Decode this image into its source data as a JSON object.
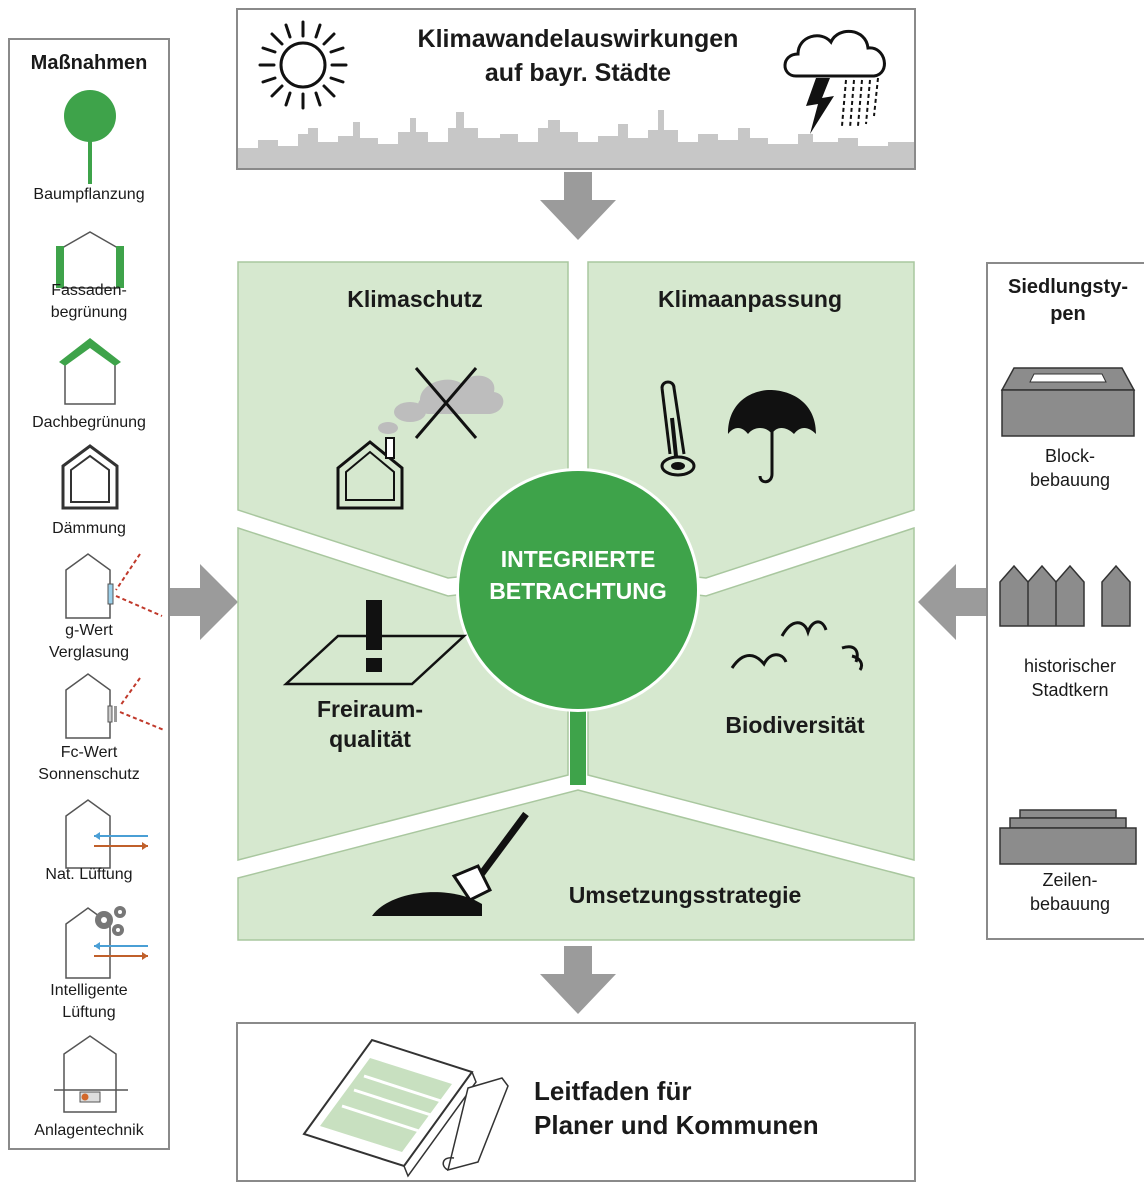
{
  "top": {
    "title_line1": "Klimawandelauswirkungen",
    "title_line2": "auf bayr. Städte"
  },
  "left_panel": {
    "title": "Maßnahmen",
    "items": [
      {
        "line1": "Baumpflanzung",
        "line2": ""
      },
      {
        "line1": "Fassaden-",
        "line2": "begrünung"
      },
      {
        "line1": "Dachbegrünung",
        "line2": ""
      },
      {
        "line1": "Dämmung",
        "line2": ""
      },
      {
        "line1": "g-Wert",
        "line2": "Verglasung"
      },
      {
        "line1": "Fc-Wert",
        "line2": "Sonnenschutz"
      },
      {
        "line1": "Nat. Lüftung",
        "line2": ""
      },
      {
        "line1": "Intelligente",
        "line2": "Lüftung"
      },
      {
        "line1": "Anlagentechnik",
        "line2": ""
      }
    ]
  },
  "right_panel": {
    "title_line1": "Siedlungsty-",
    "title_line2": "pen",
    "items": [
      {
        "line1": "Block-",
        "line2": "bebauung"
      },
      {
        "line1": "historischer",
        "line2": "Stadtkern"
      },
      {
        "line1": "Zeilen-",
        "line2": "bebauung"
      }
    ]
  },
  "center": {
    "hub_line1": "INTEGRIERTE",
    "hub_line2": "BETRACHTUNG",
    "sections": {
      "klimaschutz": "Klimaschutz",
      "klimaanpassung": "Klimaanpassung",
      "freiraum_line1": "Freiraum-",
      "freiraum_line2": "qualität",
      "biodiversitaet": "Biodiversität",
      "umsetzung": "Umsetzungsstrategie"
    }
  },
  "bottom": {
    "line1": "Leitfaden für",
    "line2": "Planer und Kommunen"
  },
  "colors": {
    "green": "#3ea34a",
    "panel_green": "#d6e8cf",
    "arrow_gray": "#9b9b9b",
    "border_gray": "#8a8a8a"
  }
}
